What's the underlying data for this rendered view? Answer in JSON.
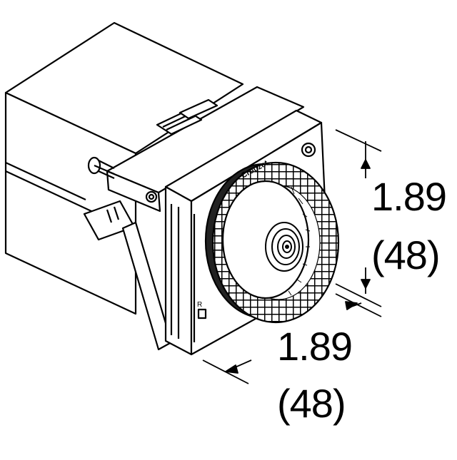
{
  "diagram": {
    "brand_label": "Crouzet",
    "height_dimension": {
      "inches": "1.89",
      "millimeters": "(48)"
    },
    "width_dimension": {
      "inches": "1.89",
      "millimeters": "(48)"
    },
    "dial_marker_label": "R",
    "colors": {
      "line": "#000000",
      "background": "#ffffff",
      "dark_fill": "#111111"
    }
  }
}
